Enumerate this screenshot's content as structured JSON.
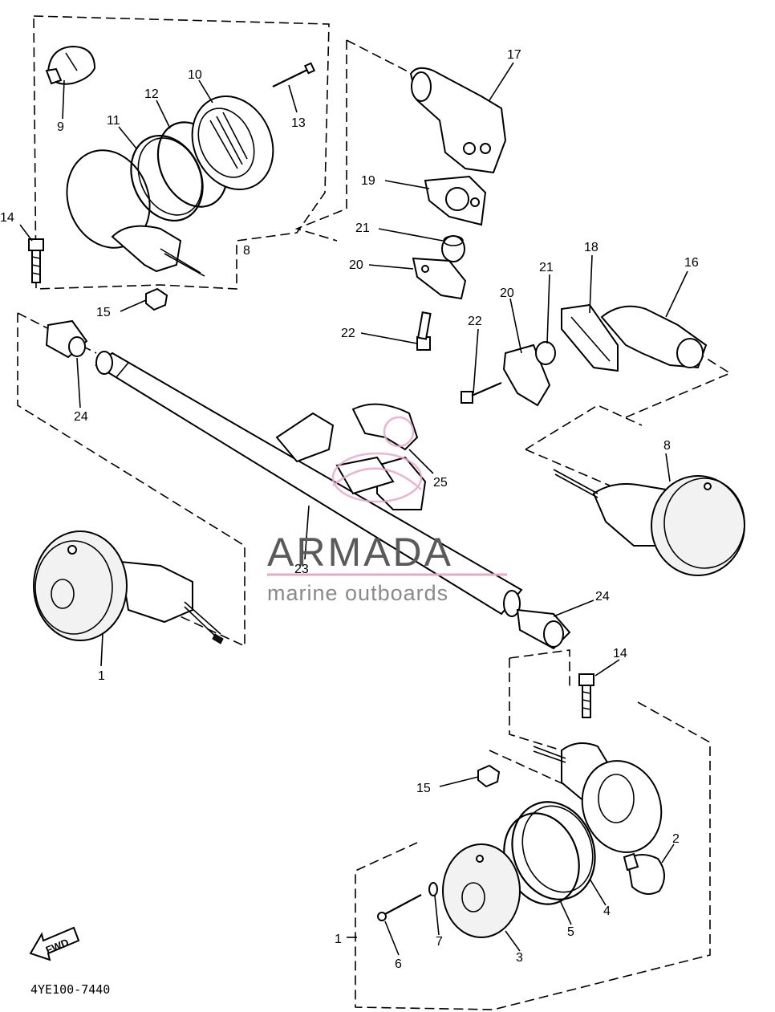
{
  "diagram": {
    "callouts": [
      {
        "id": "c1a",
        "text": "1"
      },
      {
        "id": "c1b",
        "text": "1"
      },
      {
        "id": "c2",
        "text": "2"
      },
      {
        "id": "c3",
        "text": "3"
      },
      {
        "id": "c4",
        "text": "4"
      },
      {
        "id": "c5",
        "text": "5"
      },
      {
        "id": "c6",
        "text": "6"
      },
      {
        "id": "c7",
        "text": "7"
      },
      {
        "id": "c8a",
        "text": "8"
      },
      {
        "id": "c8b",
        "text": "8"
      },
      {
        "id": "c9",
        "text": "9"
      },
      {
        "id": "c10",
        "text": "10"
      },
      {
        "id": "c11",
        "text": "11"
      },
      {
        "id": "c12",
        "text": "12"
      },
      {
        "id": "c13",
        "text": "13"
      },
      {
        "id": "c14a",
        "text": "14"
      },
      {
        "id": "c14b",
        "text": "14"
      },
      {
        "id": "c15a",
        "text": "15"
      },
      {
        "id": "c15b",
        "text": "15"
      },
      {
        "id": "c16",
        "text": "16"
      },
      {
        "id": "c17",
        "text": "17"
      },
      {
        "id": "c18",
        "text": "18"
      },
      {
        "id": "c19",
        "text": "19"
      },
      {
        "id": "c20a",
        "text": "20"
      },
      {
        "id": "c20b",
        "text": "20"
      },
      {
        "id": "c21a",
        "text": "21"
      },
      {
        "id": "c21b",
        "text": "21"
      },
      {
        "id": "c22a",
        "text": "22"
      },
      {
        "id": "c22b",
        "text": "22"
      },
      {
        "id": "c23",
        "text": "23"
      },
      {
        "id": "c24a",
        "text": "24"
      },
      {
        "id": "c24b",
        "text": "24"
      },
      {
        "id": "c25",
        "text": "25"
      }
    ],
    "diagram_code": "4YE100-7440",
    "direction_label": "FWD",
    "watermark": {
      "brand": "ARMADA",
      "tagline": "marine outboards",
      "accent_color": "#e8a8c8",
      "text_color": "#5a5a5a"
    }
  }
}
